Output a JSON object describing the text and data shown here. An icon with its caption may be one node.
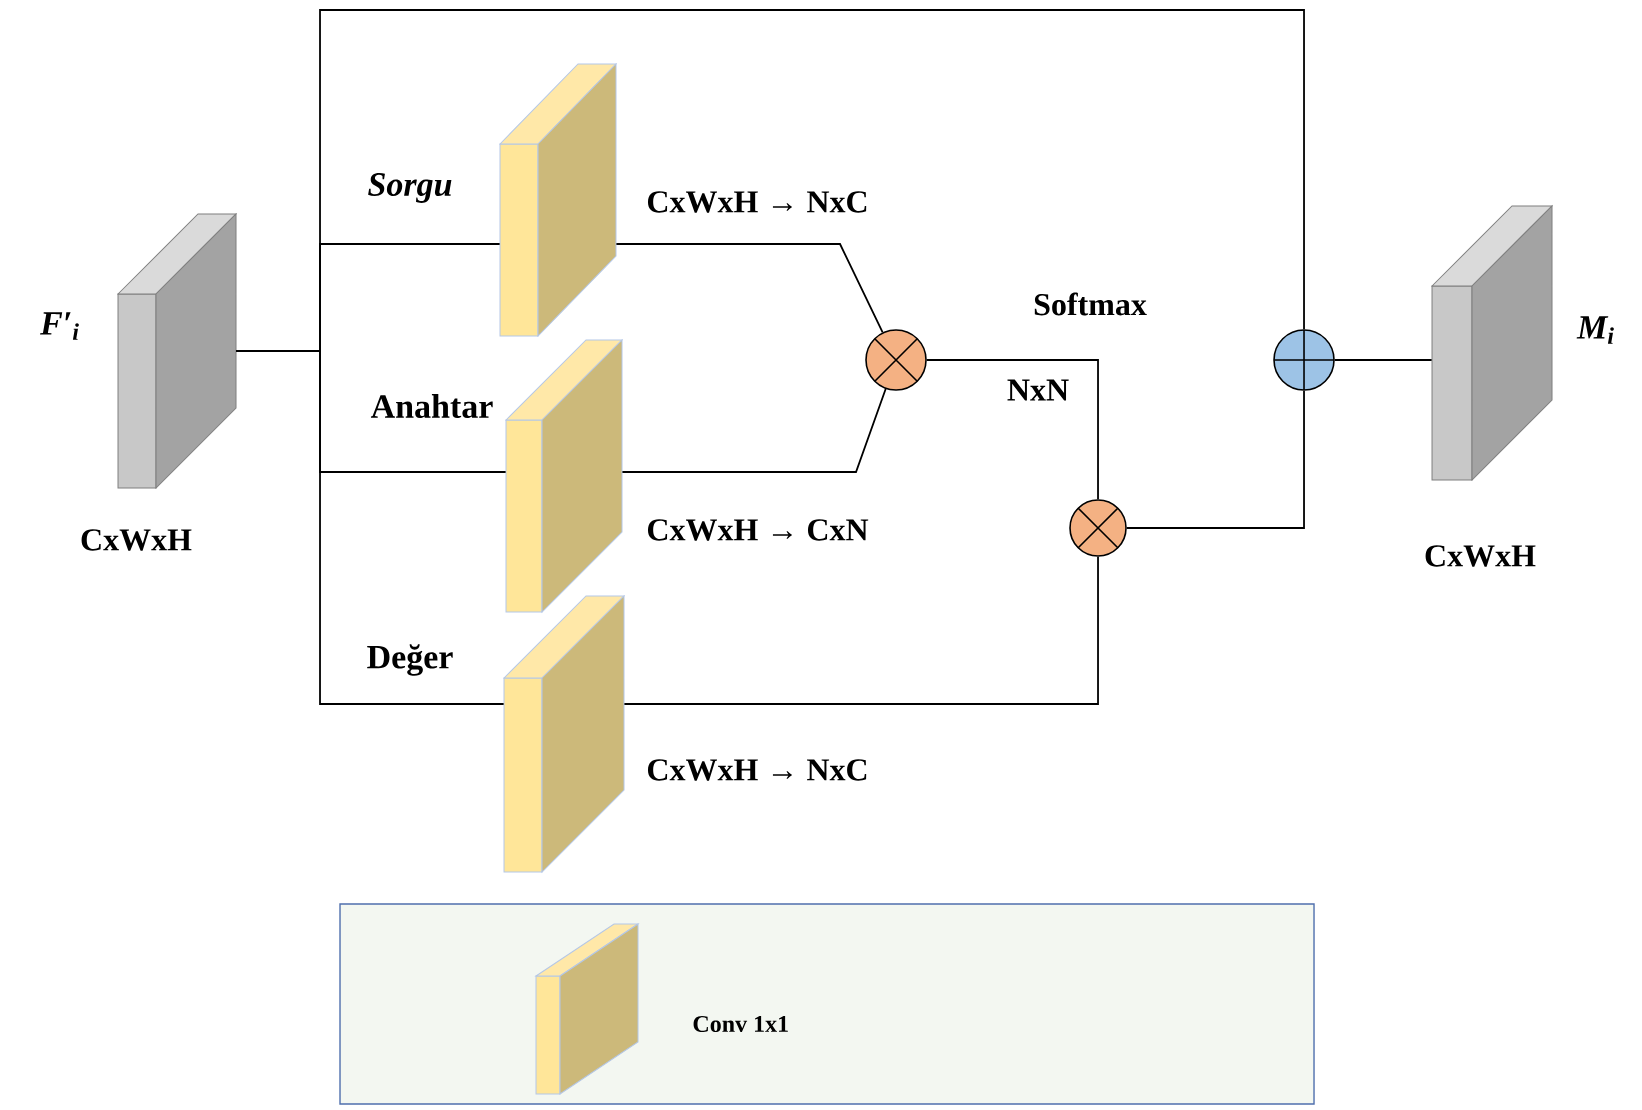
{
  "diagram": {
    "nodes": [
      {
        "text": [
          "F′$_{i}$"
        ],
        "beside": [
          "CxWxH"
        ]
      },
      {
        "text": [
          "Sorgu"
        ],
        "beside": [
          "CxWxH → NxC"
        ]
      },
      {
        "text": [
          "Anahtar"
        ],
        "beside": [
          "CxWxH → CxN"
        ]
      },
      {
        "text": [
          "Değer"
        ],
        "beside": [
          "CxWxH → NxC"
        ]
      },
      {
        "text": [],
        "shape": "circle",
        "beside": [
          "Softmax",
          "NxN"
        ]
      },
      {
        "text": [],
        "shape": "circle"
      },
      {
        "text": [],
        "shape": "circle"
      },
      {
        "text": [
          "M$_{i}$"
        ],
        "beside": [
          "CxWxH"
        ]
      }
    ],
    "edges": [
      {
        "from": 0,
        "to": 1,
        "arrow": "none"
      },
      {
        "from": 0,
        "to": 2,
        "arrow": "none"
      },
      {
        "from": 0,
        "to": 3,
        "arrow": "none"
      },
      {
        "from": 0,
        "to": 6,
        "arrow": "none"
      },
      {
        "from": 1,
        "to": 4,
        "arrow": "none"
      },
      {
        "from": 2,
        "to": 4,
        "arrow": "none"
      },
      {
        "from": 4,
        "to": 5,
        "arrow": "none"
      },
      {
        "from": 3,
        "to": 5,
        "arrow": "none"
      },
      {
        "from": 5,
        "to": 6,
        "arrow": "none"
      },
      {
        "from": 6,
        "to": 7,
        "arrow": "none"
      }
    ],
    "legend": [
      {
        "text": "Conv 1x1"
      }
    ]
  }
}
